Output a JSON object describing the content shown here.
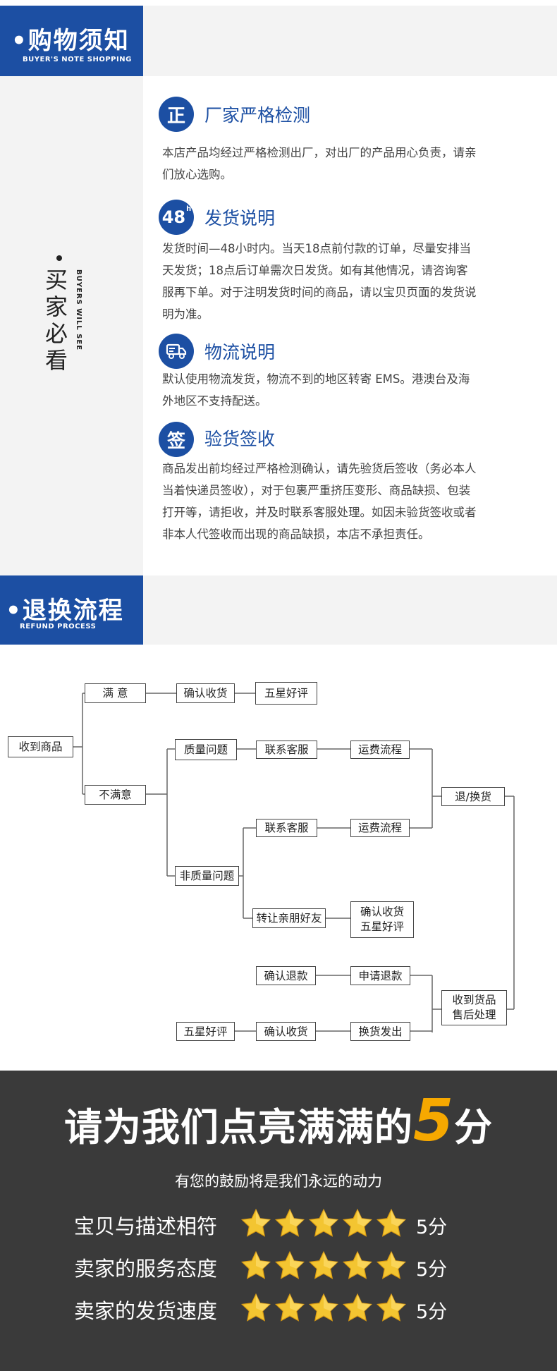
{
  "shopping_notice": {
    "title": "•购物须知",
    "subtitle": "BUYER'S NOTE SHOPPING",
    "side_label": "买家必看",
    "side_sub": "BUYERS WILL SEE",
    "items": [
      {
        "icon_text": "正",
        "title": "厂家严格检测",
        "lines": [
          "本店产品均经过严格检测出厂，对出厂的产品用心负责，请亲",
          "们放心选购。"
        ]
      },
      {
        "icon_text": "48",
        "title": "发货说明",
        "lines": [
          "发货时间—48小时内。当天18点前付款的订单，尽量安排当",
          "天发货；18点后订单需次日发货。如有其他情况，请咨询客",
          "服再下单。对于注明发货时间的商品，请以宝贝页面的发货说",
          "明为准。"
        ]
      },
      {
        "icon_text": "truck-icon",
        "title": "物流说明",
        "lines": [
          "默认使用物流发货，物流不到的地区转寄 EMS。港澳台及海",
          "外地区不支持配送。"
        ]
      },
      {
        "icon_text": "签",
        "title": "验货签收",
        "lines": [
          "商品发出前均经过严格检测确认，请先验货后签收（务必本人",
          "当着快递员签收），对于包裹严重挤压变形、商品缺损、包装",
          "打开等，请拒收，并及时联系客服处理。如因未验货签收或者",
          "非本人代签收而出现的商品缺损，本店不承担责任。"
        ]
      }
    ]
  },
  "refund": {
    "title": "•退换流程",
    "subtitle": "REFUND PROCESS",
    "nodes": {
      "receive": "收到商品",
      "satisfied": "满 意",
      "confirm1": "确认收货",
      "five_star1": "五星好评",
      "unsatisfied": "不满意",
      "quality": "质量问题",
      "contact1": "联系客服",
      "freight1": "运费流程",
      "return_exchange": "退/换货",
      "contact2": "联系客服",
      "freight2": "运费流程",
      "non_quality": "非质量问题",
      "transfer": "转让亲朋好友",
      "confirm2_l1": "确认收货",
      "confirm2_l2": "五星好评",
      "confirm_refund": "确认退款",
      "apply_refund": "申请退款",
      "received_l1": "收到货品",
      "received_l2": "售后处理",
      "five_star2": "五星好评",
      "confirm3": "确认收货",
      "ship_exchange": "换货发出"
    }
  },
  "rating": {
    "headline_pre": "请为我们点亮满满的",
    "headline_num": "5",
    "headline_post": "分",
    "subtitle": "有您的鼓励将是我们永远的动力",
    "rows": [
      {
        "label": "宝贝与描述相符",
        "stars": 5,
        "score": "5分"
      },
      {
        "label": "卖家的服务态度",
        "stars": 5,
        "score": "5分"
      },
      {
        "label": "卖家的发货速度",
        "stars": 5,
        "score": "5分"
      }
    ],
    "colors": {
      "star": "#f3c531",
      "highlight": "#f6a800",
      "background": "#3a3a3a"
    }
  }
}
